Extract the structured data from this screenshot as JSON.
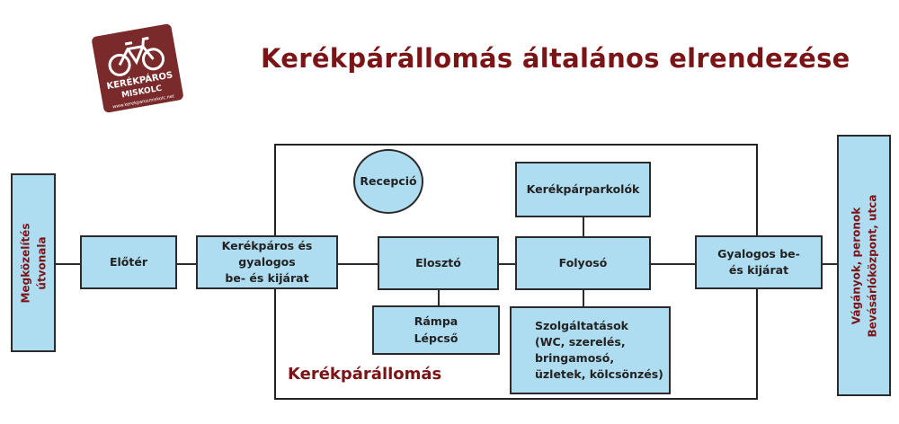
{
  "title": "Kerékpárállomás általános elrendezése",
  "logo": {
    "line1": "KERÉKPÁROS",
    "line2": "MISKOLC",
    "url": "www.kerekparosmiskolc.net",
    "colors": {
      "background": "#7a2a2a",
      "text": "#ffffff"
    }
  },
  "station_label": "Kerékpárállomás",
  "left_vertical": {
    "line1": "Megközelítés",
    "line2": "útvonala"
  },
  "right_vertical": {
    "line1": "Vágányok, peronok",
    "line2": "Bevásárlóközpont, utca"
  },
  "nodes": {
    "eloter": "Előtér",
    "entrance": {
      "line1": "Kerékpáros és gyalogos",
      "line2": "be- és kijárat"
    },
    "reception": "Recepció",
    "distributor": "Elosztó",
    "ramp": {
      "line1": "Rámpa",
      "line2": "Lépcső"
    },
    "parking": "Kerékpárparkolók",
    "corridor": "Folyosó",
    "services": {
      "line1": "Szolgáltatások",
      "line2": "(WC, szerelés,",
      "line3": "bringamosó,",
      "line4": "üzletek, kölcsönzés)"
    },
    "pedestrian_exit": {
      "line1": "Gyalogos be-",
      "line2": "és kijárat"
    }
  },
  "colors": {
    "box_fill": "#aedcf0",
    "accent": "#7a1416",
    "stroke": "#2b2b2b"
  }
}
